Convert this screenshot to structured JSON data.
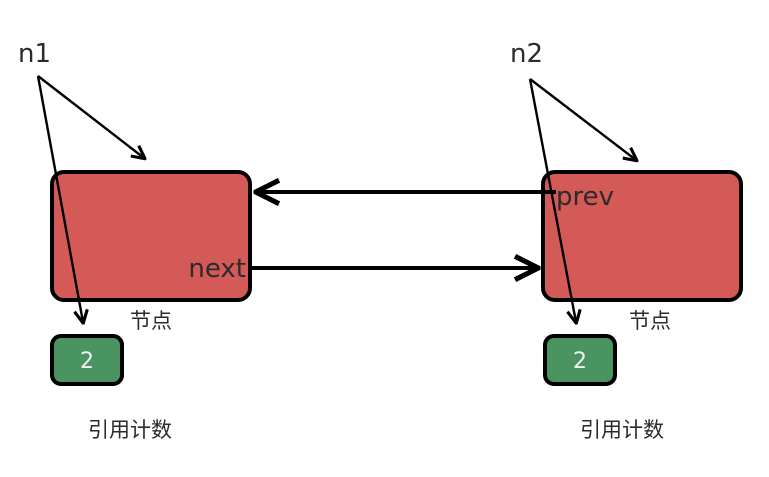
{
  "diagram": {
    "title": "doubly linked list reference cycle",
    "colors": {
      "node_fill": "#d35a57",
      "count_fill": "#4a9462",
      "stroke": "#000000",
      "text": "#2b2b2b",
      "count_text": "#f2f2f2",
      "background": "#ffffff"
    },
    "nodes": [
      {
        "id": "left",
        "variable_label": "n1",
        "field_label": "next",
        "caption": "节点",
        "refcount_value": "2",
        "refcount_caption": "引用计数"
      },
      {
        "id": "right",
        "variable_label": "n2",
        "field_label": "prev",
        "caption": "节点",
        "refcount_value": "2",
        "refcount_caption": "引用计数"
      }
    ],
    "edges": [
      {
        "id": "prev-edge",
        "from": "right",
        "to": "left",
        "direction": "left",
        "label": "prev"
      },
      {
        "id": "next-edge",
        "from": "left",
        "to": "right",
        "direction": "right",
        "label": "next"
      }
    ]
  }
}
